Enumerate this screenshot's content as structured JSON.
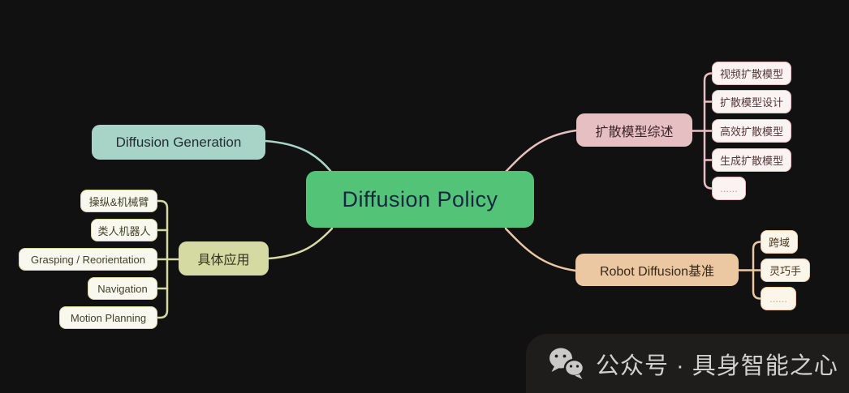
{
  "title": "Diffusion Policy mind map",
  "colors": {
    "background": "#121111",
    "watermark_bg": "#1F1D1B",
    "watermark_text": "#D3D1CF",
    "center_fill": "#53C377",
    "center_text": "#14273F",
    "teal_fill": "#A8D4C8",
    "teal_text": "#1F2E2C",
    "pink_fill": "#E6BFC2",
    "pink_text": "#3B2326",
    "olive_fill": "#D5D9A2",
    "olive_text": "#31311F",
    "tan_fill": "#EBC8A1",
    "tan_text": "#382817",
    "leaf_pink_bg": "#FBF3F1",
    "leaf_pink_border": "#E4BCBF",
    "leaf_pink_text": "#53363A",
    "leaf_olive_bg": "#F8F8EF",
    "leaf_olive_border": "#D4D8A0",
    "leaf_olive_text": "#3F3F2A",
    "leaf_tan_bg": "#FCF5E9",
    "leaf_tan_border": "#EACBA5",
    "leaf_tan_text": "#4A3621"
  },
  "center": {
    "label": "Diffusion Policy"
  },
  "branches": {
    "diffusion_generation": {
      "label": "Diffusion Generation",
      "children": []
    },
    "survey": {
      "label": "扩散模型综述",
      "children": [
        "视频扩散模型",
        "扩散模型设计",
        "高效扩散模型",
        "生成扩散模型",
        "......"
      ]
    },
    "applications": {
      "label": "具体应用",
      "children": [
        "操纵&机械臂",
        "类人机器人",
        "Grasping / Reorientation",
        "Navigation",
        "Motion Planning"
      ]
    },
    "benchmark": {
      "label": "Robot Diffusion基准",
      "children": [
        "跨域",
        "灵巧手",
        "......"
      ]
    }
  },
  "watermark": {
    "icon": "wechat-icon",
    "text": "公众号 · 具身智能之心"
  }
}
